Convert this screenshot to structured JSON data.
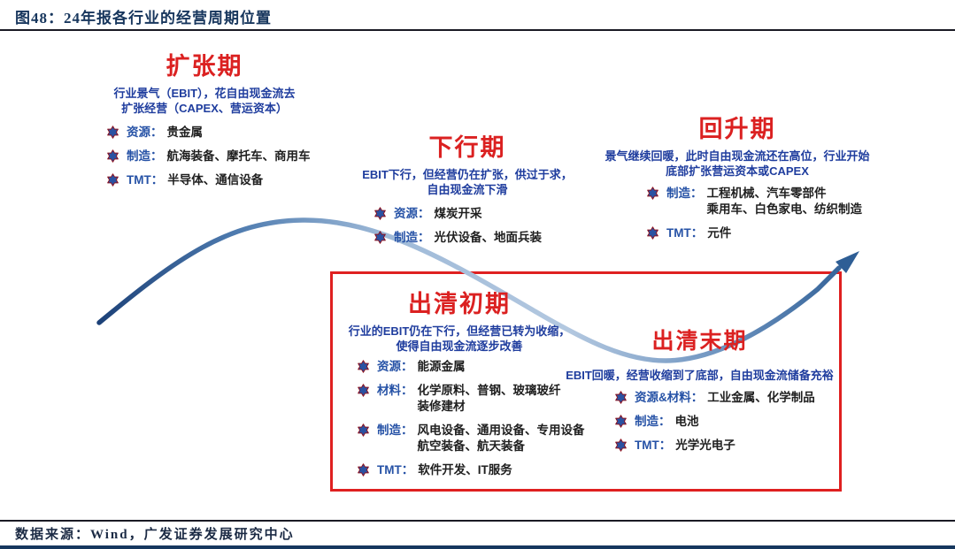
{
  "figure": {
    "title": "图48：24年报各行业的经营周期位置",
    "source": "数据来源：Wind，广发证券发展研究中心"
  },
  "colors": {
    "header_navy": "#17365D",
    "phase_title_red": "#DB2121",
    "description_blue": "#1F3D9E",
    "category_label_blue": "#2652A6",
    "industry_text_dark": "#1F1F1F",
    "highlight_box_red": "#DF2020",
    "star_fill_blue": "#2A52A2",
    "star_outline_maroon": "#8B1220",
    "curve_gradient": [
      "#1C4178",
      "#9FBAD8",
      "#B3C8E0",
      "#2E5E95"
    ],
    "bottom_bar_navy": "#16375E"
  },
  "phases": [
    {
      "id": "expansion",
      "title": "扩张期",
      "desc_lines": [
        "行业景气（EBIT），花自由现金流去",
        "扩张经营（CAPEX、营运资本）"
      ],
      "items": [
        {
          "label": "资源：",
          "lines": [
            "贵金属"
          ]
        },
        {
          "label": "制造：",
          "lines": [
            "航海装备、摩托车、商用车"
          ]
        },
        {
          "label": "TMT：",
          "lines": [
            "半导体、通信设备"
          ]
        }
      ]
    },
    {
      "id": "downturn",
      "title": "下行期",
      "desc_lines": [
        "EBIT下行，但经营仍在扩张，供过于求，",
        "自由现金流下滑"
      ],
      "items": [
        {
          "label": "资源：",
          "lines": [
            "煤炭开采"
          ]
        },
        {
          "label": "制造：",
          "lines": [
            "光伏设备、地面兵装"
          ]
        }
      ]
    },
    {
      "id": "recovery",
      "title": "回升期",
      "desc_lines": [
        "景气继续回暖，此时自由现金流还在高位，行业开始",
        "底部扩张营运资本或CAPEX"
      ],
      "items": [
        {
          "label": "制造：",
          "lines": [
            "工程机械、汽车零部件",
            "乘用车、白色家电、纺织制造"
          ]
        },
        {
          "label": "TMT：",
          "lines": [
            "元件"
          ]
        }
      ]
    },
    {
      "id": "clearing-early",
      "title": "出清初期",
      "desc_lines": [
        "行业的EBIT仍在下行，但经营已转为收缩，",
        "使得自由现金流逐步改善"
      ],
      "items": [
        {
          "label": "资源：",
          "lines": [
            "能源金属"
          ]
        },
        {
          "label": "材料：",
          "lines": [
            "化学原料、普钢、玻璃玻纤",
            "装修建材"
          ]
        },
        {
          "label": "制造：",
          "lines": [
            "风电设备、通用设备、专用设备",
            "航空装备、航天装备"
          ]
        },
        {
          "label": "TMT：",
          "lines": [
            "软件开发、IT服务"
          ]
        }
      ]
    },
    {
      "id": "clearing-late",
      "title": "出清末期",
      "desc_lines": [
        "EBIT回暖，经营收缩到了底部，自由现金流储备充裕"
      ],
      "items": [
        {
          "label": "资源&材料：",
          "lines": [
            "工业金属、化学制品"
          ]
        },
        {
          "label": "制造：",
          "lines": [
            "电池"
          ]
        },
        {
          "label": "TMT：",
          "lines": [
            "光学光电子"
          ]
        }
      ]
    }
  ]
}
